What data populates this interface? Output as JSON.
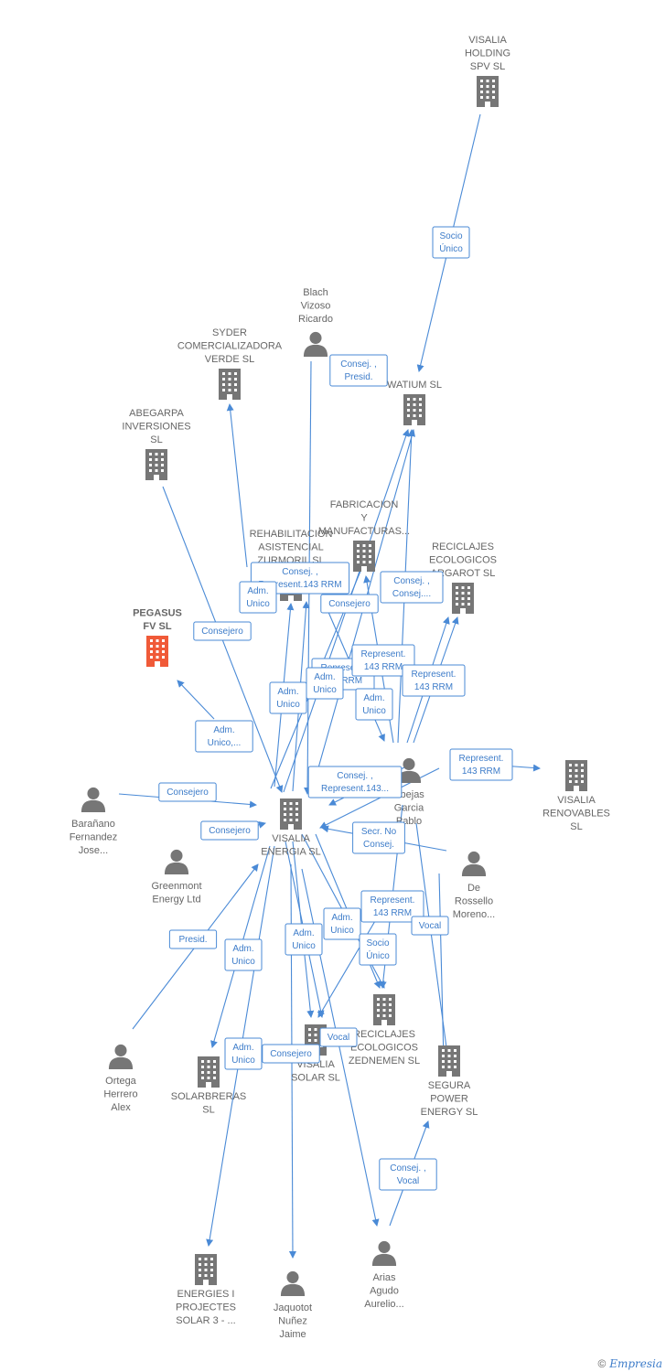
{
  "colors": {
    "edge": "#4a8ad6",
    "company": "#767676",
    "person": "#767676",
    "focus": "#f05a38"
  },
  "nodes": [
    {
      "id": "visalia_holding",
      "type": "company",
      "lines": [
        "VISALIA",
        "HOLDING",
        "SPV  SL"
      ]
    },
    {
      "id": "watium",
      "type": "company",
      "lines": [
        "WATIUM SL"
      ]
    },
    {
      "id": "blach",
      "type": "person",
      "lines": [
        "Blach",
        "Vizoso",
        "Ricardo"
      ]
    },
    {
      "id": "syder",
      "type": "company",
      "lines": [
        "SYDER",
        "COMERCIALIZADORA",
        "VERDE SL"
      ]
    },
    {
      "id": "abegarpa",
      "type": "company",
      "lines": [
        "ABEGARPA",
        "INVERSIONES",
        "SL"
      ]
    },
    {
      "id": "pegasus",
      "type": "company",
      "focus": true,
      "lines": [
        "PEGASUS",
        "FV  SL"
      ]
    },
    {
      "id": "fabricacion",
      "type": "company",
      "lines": [
        "FABRICACION",
        "Y",
        "MANUFACTURAS..."
      ]
    },
    {
      "id": "rehab",
      "type": "company",
      "lines": [
        "REHABILITACION",
        "ASISTENCIAL",
        "ZURMORIL  SL"
      ]
    },
    {
      "id": "reciclajes_arg",
      "type": "company",
      "lines": [
        "RECICLAJES",
        "ECOLOGICOS",
        "ARGAROT  SL"
      ]
    },
    {
      "id": "abejas",
      "type": "person",
      "lines": [
        "Abejas",
        "Garcia",
        "Pablo"
      ]
    },
    {
      "id": "visalia_renov",
      "type": "company",
      "lines": [
        "VISALIA",
        "RENOVABLES",
        "SL"
      ]
    },
    {
      "id": "barañano",
      "type": "person",
      "lines": [
        "Barañano",
        "Fernandez",
        "Jose..."
      ]
    },
    {
      "id": "visalia_energia",
      "type": "company",
      "lines": [
        "VISALIA",
        "ENERGIA  SL"
      ]
    },
    {
      "id": "greenmont",
      "type": "person",
      "lines": [
        "Greenmont",
        "Energy Ltd"
      ]
    },
    {
      "id": "derossello",
      "type": "person",
      "lines": [
        "De",
        "Rossello",
        "Moreno..."
      ]
    },
    {
      "id": "reciclajes_zed",
      "type": "company",
      "lines": [
        "RECICLAJES",
        "ECOLOGICOS",
        "ZEDNEMEN  SL"
      ]
    },
    {
      "id": "visalia_solar",
      "type": "company",
      "lines": [
        "VISALIA",
        "SOLAR  SL"
      ]
    },
    {
      "id": "segura",
      "type": "company",
      "lines": [
        "SEGURA",
        "POWER",
        "ENERGY  SL"
      ]
    },
    {
      "id": "ortega",
      "type": "person",
      "lines": [
        "Ortega",
        "Herrero",
        "Alex"
      ]
    },
    {
      "id": "solarbreras",
      "type": "company",
      "lines": [
        "SOLARBRERAS",
        "SL"
      ]
    },
    {
      "id": "energies",
      "type": "company",
      "lines": [
        "ENERGIES I",
        "PROJECTES",
        "SOLAR 3 - ..."
      ]
    },
    {
      "id": "jaquotot",
      "type": "person",
      "lines": [
        "Jaquotot",
        "Nuñez",
        "Jaime"
      ]
    },
    {
      "id": "arias",
      "type": "person",
      "lines": [
        "Arias",
        "Agudo",
        "Aurelio..."
      ]
    }
  ],
  "edge_labels": [
    {
      "id": "e1",
      "lines": [
        "Socio",
        "Único"
      ]
    },
    {
      "id": "e2",
      "lines": [
        "Consej. ,",
        "Presid."
      ]
    },
    {
      "id": "e3",
      "lines": [
        "Consej. ,",
        "Represent.143 RRM"
      ]
    },
    {
      "id": "e4",
      "lines": [
        "Adm.",
        "Unico"
      ]
    },
    {
      "id": "e5",
      "lines": [
        "Consejero"
      ]
    },
    {
      "id": "e6",
      "lines": [
        "Consejero"
      ]
    },
    {
      "id": "e7",
      "lines": [
        "Consej. ,",
        "Consej...."
      ]
    },
    {
      "id": "e8",
      "lines": [
        "Represent.",
        "143 RRM"
      ]
    },
    {
      "id": "e9",
      "lines": [
        "Represent.",
        "143 RRM"
      ]
    },
    {
      "id": "e10",
      "lines": [
        "Represent.",
        "143 RRM"
      ]
    },
    {
      "id": "e11",
      "lines": [
        "Adm.",
        "Unico"
      ]
    },
    {
      "id": "e12",
      "lines": [
        "Adm.",
        "Unico"
      ]
    },
    {
      "id": "e13",
      "lines": [
        "Adm.",
        "Unico"
      ]
    },
    {
      "id": "e14",
      "lines": [
        "Adm.",
        "Unico,..."
      ]
    },
    {
      "id": "e15",
      "lines": [
        "Consej. ,",
        "Represent.143..."
      ]
    },
    {
      "id": "e16",
      "lines": [
        "Represent.",
        "143 RRM"
      ]
    },
    {
      "id": "e17",
      "lines": [
        "Consejero"
      ]
    },
    {
      "id": "e18",
      "lines": [
        "Consejero"
      ]
    },
    {
      "id": "e19",
      "lines": [
        "Secr. No",
        "Consej."
      ]
    },
    {
      "id": "e20",
      "lines": [
        "Represent.",
        "143 RRM"
      ]
    },
    {
      "id": "e21",
      "lines": [
        "Vocal"
      ]
    },
    {
      "id": "e22",
      "lines": [
        "Adm.",
        "Unico"
      ]
    },
    {
      "id": "e23",
      "lines": [
        "Adm.",
        "Unico"
      ]
    },
    {
      "id": "e24",
      "lines": [
        "Socio",
        "Único"
      ]
    },
    {
      "id": "e25",
      "lines": [
        "Presid."
      ]
    },
    {
      "id": "e26",
      "lines": [
        "Adm.",
        "Unico"
      ]
    },
    {
      "id": "e27",
      "lines": [
        "Adm.",
        "Unico"
      ]
    },
    {
      "id": "e28",
      "lines": [
        "Consejero"
      ]
    },
    {
      "id": "e29",
      "lines": [
        "Vocal"
      ]
    },
    {
      "id": "e30",
      "lines": [
        "Consej. ,",
        "Vocal"
      ]
    }
  ],
  "footer": {
    "symbol": "©",
    "brand": "Empresia"
  }
}
